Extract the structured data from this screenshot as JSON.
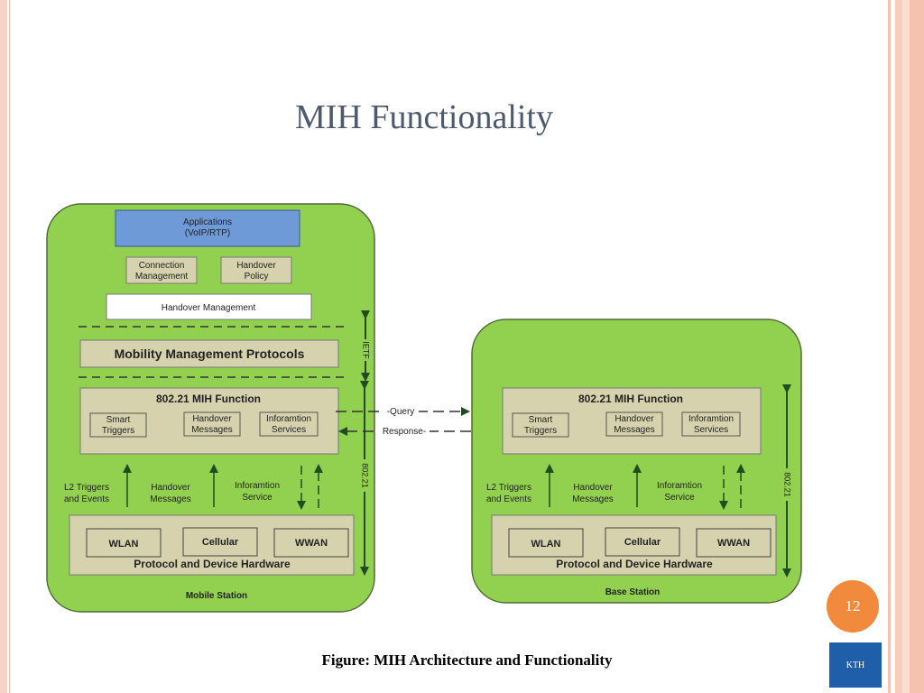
{
  "slide": {
    "title": "MIH Functionality",
    "caption": "Figure: MIH Architecture and Functionality",
    "page_number": "12",
    "logo_text": "KTH"
  },
  "diagram": {
    "mobile": {
      "label": "Mobile Station",
      "applications": [
        "Applications",
        "(VoIP/RTP)"
      ],
      "connection_mgmt": [
        "Connection",
        "Management"
      ],
      "handover_policy": [
        "Handover",
        "Policy"
      ],
      "handover_mgmt": "Handover Management",
      "mobility_protocols": "Mobility Management Protocols",
      "ietf": "IETF",
      "mih_title": "802.21 MIH Function",
      "smart_triggers": [
        "Smart",
        "Triggers"
      ],
      "handover_messages": [
        "Handover",
        "Messages"
      ],
      "information_services": [
        "Inforamtion",
        "Services"
      ],
      "l2_triggers": [
        "L2 Triggers",
        "and Events"
      ],
      "handover_messages_flow": [
        "Handover",
        "Messages"
      ],
      "information_service_flow": [
        "Inforamtion",
        "Service"
      ],
      "ieee": "802.21",
      "wlan": "WLAN",
      "cellular": "Cellular",
      "wwan": "WWAN",
      "hardware": "Protocol and Device Hardware"
    },
    "base": {
      "label": "Base Station",
      "mih_title": "802.21 MIH Function",
      "smart_triggers": [
        "Smart",
        "Triggers"
      ],
      "handover_messages": [
        "Handover",
        "Messages"
      ],
      "information_services": [
        "Inforamtion",
        "Services"
      ],
      "l2_triggers": [
        "L2 Triggers",
        "and Events"
      ],
      "handover_messages_flow": [
        "Handover",
        "Messages"
      ],
      "information_service_flow": [
        "Inforamtion",
        "Service"
      ],
      "ieee": "802.21",
      "wlan": "WLAN",
      "cellular": "Cellular",
      "wwan": "WWAN",
      "hardware": "Protocol and Device Hardware"
    },
    "query": "Query",
    "response": "Response",
    "colors": {
      "station_fill": "#92d050",
      "box_fill": "#d6d2ad",
      "app_fill": "#6f9ad8",
      "arrow": "#1f4d1f"
    }
  }
}
